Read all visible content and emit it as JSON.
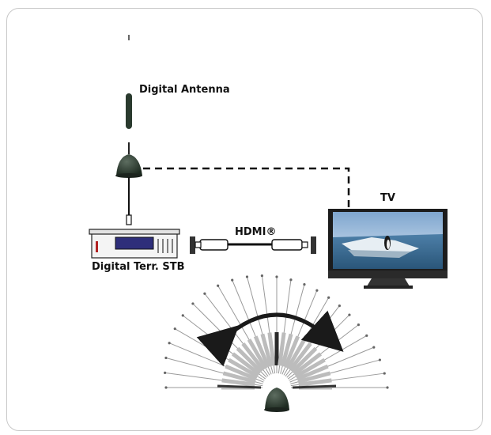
{
  "labels": {
    "antenna": "Digital Antenna",
    "tv": "TV",
    "hdmi": "HDMI®",
    "stb": "Digital Terr. STB"
  },
  "colors": {
    "frame_border": "#c8c8c8",
    "antenna_base": "#2f3f33",
    "stb_display": "#2e2e7a",
    "tv_bezel": "#1c1c1c",
    "tv_screen_sky": "#a9c8e4",
    "cable": "#111111",
    "arc_arrow": "#1a1a1a"
  },
  "icons": [
    "antenna-icon",
    "set-top-box-icon",
    "tv-icon",
    "hdmi-cable-icon",
    "rotation-arrow-icon"
  ]
}
